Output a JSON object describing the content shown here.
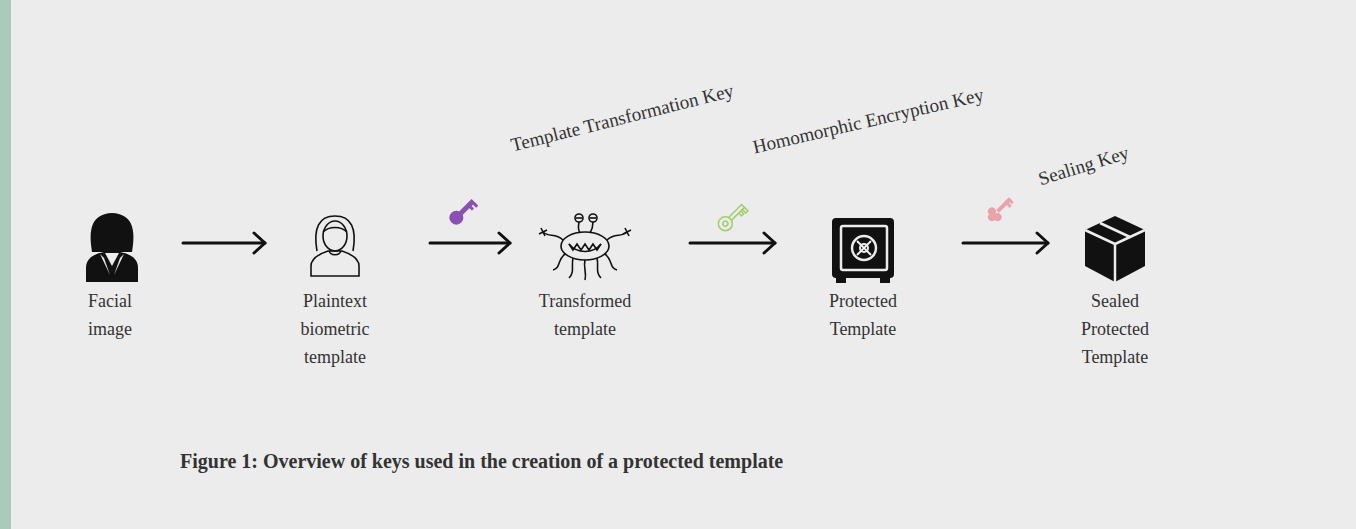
{
  "diagram": {
    "caption": "Figure 1: Overview of keys used in the creation of a protected template",
    "nodes": [
      {
        "text": [
          "Facial image"
        ]
      },
      {
        "text": [
          "Plaintext biometric template"
        ]
      },
      {
        "text": [
          "Transformed template"
        ]
      },
      {
        "text": [
          "Protected Template"
        ]
      },
      {
        "text": [
          "Sealed Protected Template"
        ]
      }
    ],
    "edges": [
      {
        "from": 0,
        "to": 1,
        "arrow": "to"
      },
      {
        "from": 1,
        "to": 2,
        "label": "Template Transformation Key",
        "arrow": "to"
      },
      {
        "from": 2,
        "to": 3,
        "label": "Homomorphic Encryption Key",
        "arrow": "to"
      },
      {
        "from": 3,
        "to": 4,
        "label": "Sealing Key",
        "arrow": "to"
      }
    ]
  }
}
